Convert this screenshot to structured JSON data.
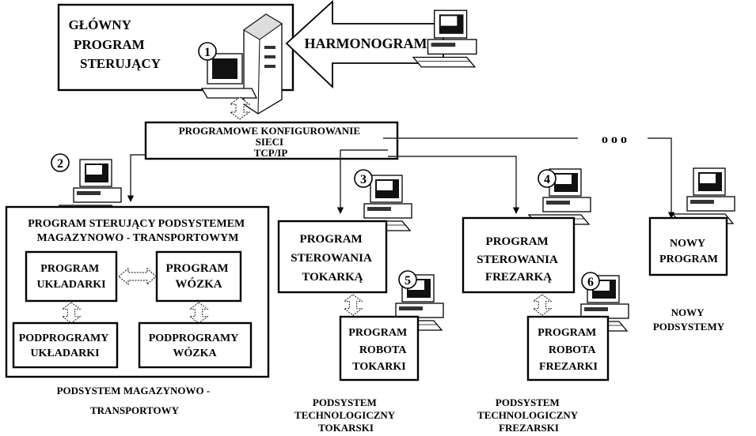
{
  "main_program": {
    "lines": [
      "GŁÓWNY",
      "PROGRAM",
      "STERUJĄCY"
    ]
  },
  "schedule": {
    "label": "HARMONOGRAM"
  },
  "network": {
    "lines": [
      "PROGRAMOWE KONFIGUROWANIE",
      "SIECI",
      "TCP/IP"
    ]
  },
  "ellipsis": "o o o",
  "warehouse": {
    "title_lines": [
      "PROGRAM STERUJĄCY PODSYSTEMEM",
      "MAGAZYNOWO - TRANSPORTOWYM"
    ],
    "stacker_program": [
      "PROGRAM",
      "UKŁADARKI"
    ],
    "cart_program": [
      "PROGRAM",
      "WÓZKA"
    ],
    "stacker_subprograms": [
      "PODPROGRAMY",
      "UKŁADARKI"
    ],
    "cart_subprograms": [
      "PODPROGRAMY",
      "WÓZKA"
    ],
    "subsystem_caption": [
      "PODSYSTEM MAGAZYNOWO -",
      "TRANSPORTOWY"
    ]
  },
  "lathe": {
    "program": [
      "PROGRAM",
      "STEROWANIA",
      "TOKARKĄ"
    ],
    "robot": [
      "PROGRAM",
      "ROBOTA",
      "TOKARKI"
    ],
    "subsystem_caption": [
      "PODSYSTEM",
      "TECHNOLOGICZNY",
      "TOKARSKI"
    ]
  },
  "mill": {
    "program": [
      "PROGRAM",
      "STEROWANIA",
      "FREZARKĄ"
    ],
    "robot": [
      "PROGRAM",
      "ROBOTA",
      "FREZARKI"
    ],
    "subsystem_caption": [
      "PODSYSTEM",
      "TECHNOLOGICZNY",
      "FREZARSKI"
    ]
  },
  "new_program": [
    "NOWY",
    "PROGRAM"
  ],
  "new_subsystem": [
    "NOWY",
    "PODSYSTEMY"
  ],
  "markers": [
    "1",
    "2",
    "3",
    "4",
    "5",
    "6"
  ]
}
